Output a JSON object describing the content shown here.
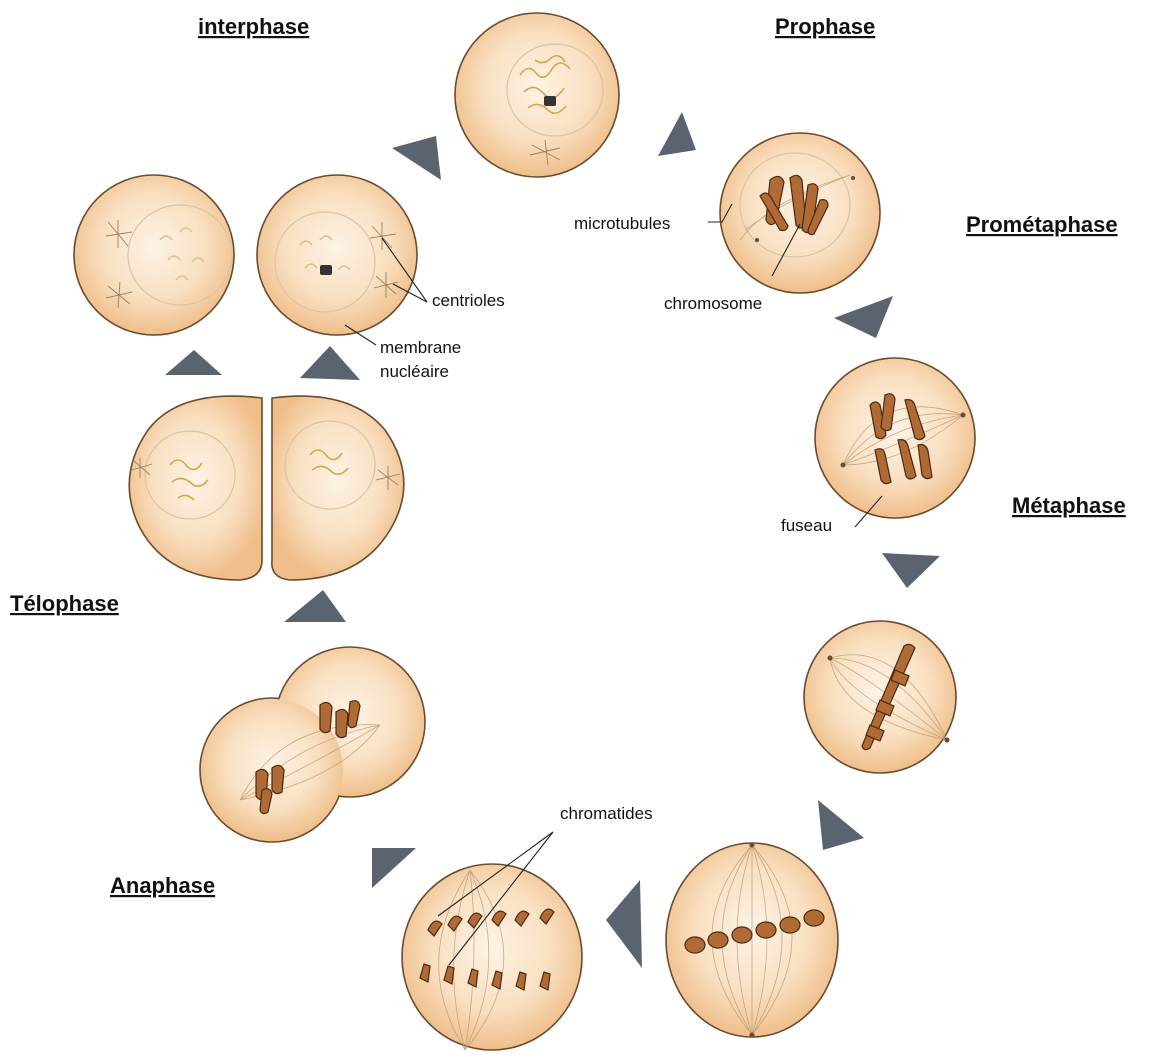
{
  "colors": {
    "cytoplasm_center": "#fdf3e6",
    "cytoplasm_edge": "#f0c494",
    "outline": "#6b4a2e",
    "chromosome": "#b06a36",
    "arrow": "#5a6470"
  },
  "phase_titles": {
    "interphase": "interphase",
    "prophase": "Prophase",
    "prometaphase": "Prométaphase",
    "metaphase": "Métaphase",
    "anaphase": "Anaphase",
    "telophase": "Télophase"
  },
  "callouts": {
    "microtubules": "microtubules",
    "chromosome": "chromosome",
    "centrioles": "centrioles",
    "membrane_line1": "membrane",
    "membrane_line2": "nucléaire",
    "fuseau": "fuseau",
    "chromatides": "chromatides"
  }
}
